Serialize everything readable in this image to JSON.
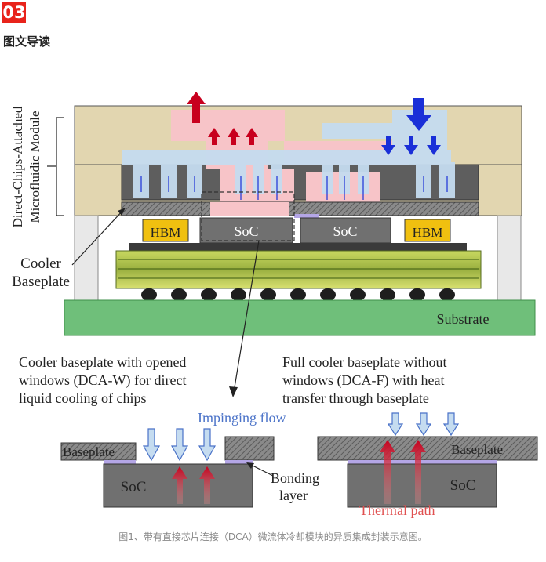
{
  "header": {
    "section_number": "03",
    "section_title": "图文导读"
  },
  "diagram": {
    "side_label_line1": "Direct-Chips-Attached",
    "side_label_line2": "Microfluidic Module",
    "cooler_label_line1": "Cooler",
    "cooler_label_line2": "Baseplate",
    "hbm_left": "HBM",
    "hbm_right": "HBM",
    "soc_left": "SoC",
    "soc_right": "SoC",
    "substrate": "Substrate",
    "left_desc": [
      "Cooler baseplate with opened",
      "windows (DCA-W) for direct",
      "liquid cooling of chips"
    ],
    "right_desc": [
      "Full cooler baseplate without",
      "windows (DCA-F) with heat",
      "transfer through baseplate"
    ],
    "impinging_flow": "Impinging flow",
    "baseplate_left": "Baseplate",
    "baseplate_right": "Baseplate",
    "soc_bottom_left": "SoC",
    "soc_bottom_right": "SoC",
    "bonding_line1": "Bonding",
    "bonding_line2": "layer",
    "thermal_path": "Thermal path",
    "colors": {
      "module": "#e2d6b0",
      "hot_flow": "#f7c4c8",
      "cold_flow": "#c5dcf0",
      "hot_arrow": "#c8001e",
      "cold_arrow": "#1a2fd8",
      "substrate": "#6fbf7a",
      "chip": "#707070",
      "hbm": "#f0c010",
      "bonding": "#b4a6e6"
    }
  },
  "caption": "图1、带有直接芯片连接（DCA）微流体冷却模块的异质集成封装示意图。"
}
